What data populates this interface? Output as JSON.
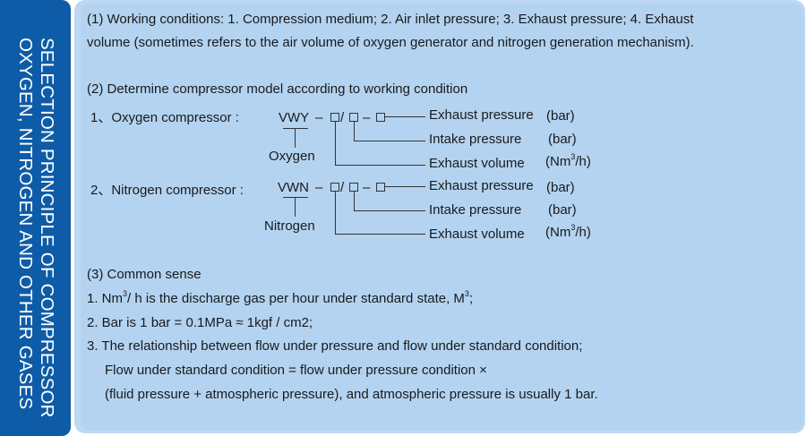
{
  "sidebar": {
    "title_line1": "SELECTION PRINCIPLE OF COMPRESSOR",
    "title_line2": "OXYGEN, NITROGEN AND OTHER GASES"
  },
  "section1": {
    "line1": "(1) Working conditions: 1. Compression medium; 2. Air inlet pressure; 3. Exhaust pressure; 4. Exhaust",
    "line2": "volume (sometimes refers to the air volume of oxygen generator and nitrogen generation mechanism)."
  },
  "section2": {
    "heading": "(2) Determine compressor model according to working condition",
    "oxygen": {
      "label": "1、Oxygen compressor :",
      "code": "VWY",
      "dash1": "–",
      "dash2": "–",
      "slash": "/",
      "gas": "Oxygen",
      "rows": [
        {
          "name": "Exhaust pressure",
          "unit": "(bar)"
        },
        {
          "name": "Intake pressure",
          "unit": "(bar)"
        },
        {
          "name": "Exhaust volume",
          "unit_prefix": "(Nm",
          "unit_sup": "3",
          "unit_suffix": "/h)"
        }
      ]
    },
    "nitrogen": {
      "label": "2、Nitrogen compressor :",
      "code": "VWN",
      "dash1": "–",
      "dash2": "–",
      "slash": "/",
      "gas": "Nitrogen",
      "rows": [
        {
          "name": "Exhaust pressure",
          "unit": "(bar)"
        },
        {
          "name": "Intake pressure",
          "unit": "(bar)"
        },
        {
          "name": "Exhaust volume",
          "unit_prefix": "(Nm",
          "unit_sup": "3",
          "unit_suffix": "/h)"
        }
      ]
    }
  },
  "section3": {
    "heading": "(3) Common sense",
    "item1_a": "1. Nm",
    "item1_sup": "3",
    "item1_b": "/ h is the discharge gas per hour under standard state, M",
    "item1_sup2": "3",
    "item1_c": ";",
    "item2": "2. Bar is 1 bar = 0.1MPa ≈ 1kgf / cm2;",
    "item3_line1": "3. The relationship between flow under pressure and flow under standard condition;",
    "item3_line2": "Flow under standard condition = flow under pressure condition ×",
    "item3_line3": "(fluid pressure + atmospheric pressure), and atmospheric pressure is usually 1 bar."
  }
}
